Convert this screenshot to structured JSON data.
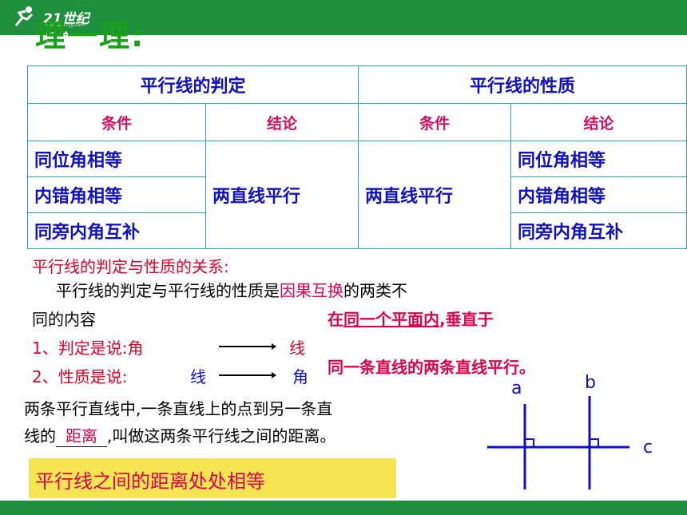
{
  "header": {
    "logo_text": "21世纪教育",
    "logo_sub": "www.21cnjy.com"
  },
  "title": "理一理:",
  "table": {
    "group_headers": [
      "平行线的判定",
      "平行线的性质"
    ],
    "sub_headers": [
      "条件",
      "结论",
      "条件",
      "结论"
    ],
    "judge_conditions": [
      "同位角相等",
      "内错角相等",
      "同旁内角互补"
    ],
    "judge_conclusion": "两直线平行",
    "property_condition": "两直线平行",
    "property_conclusions": [
      "同位角相等",
      "内错角相等",
      "同旁内角互补"
    ]
  },
  "relation": {
    "heading": "平行线的判定与性质的关系:",
    "line1_pre": "平行线的判定与平行线的性质是",
    "line1_key": "因果互换",
    "line1_post": "的两类不",
    "line2": "同的内容",
    "item1_label": "1、判定是说:角",
    "item1_end": "线",
    "item2_label": "2、性质是说:",
    "item2_start": "线",
    "item2_end": "角"
  },
  "theorem": {
    "pre": "在",
    "underlined": "同一个平面内",
    "post": ",垂直于",
    "line2": "同一条直线的两条直线平行。"
  },
  "distance": {
    "line1": "两条平行直线中,一条直线上的点到另一条直",
    "line2_pre": "线的",
    "blank": "距离",
    "line2_post": ",叫做这两条平行线之间的距离。"
  },
  "highlight": "平行线之间的距离处处相等",
  "diagram": {
    "labels": [
      "a",
      "b",
      "c"
    ]
  }
}
